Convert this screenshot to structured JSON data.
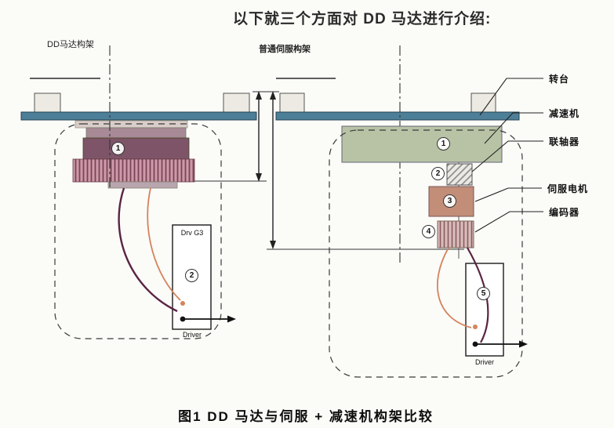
{
  "title": "以下就三个方面对 DD 马达进行介绍:",
  "caption": "图1  DD 马达与伺服 + 减速机构架比较",
  "left": {
    "label": "DD马达构架",
    "markers": [
      "1",
      "2"
    ],
    "driver_model": "Drv G3",
    "driver_label": "Driver"
  },
  "right": {
    "label": "普通伺服构架",
    "markers": [
      "1",
      "2",
      "3",
      "4",
      "5"
    ],
    "driver_label": "Driver"
  },
  "part_labels": [
    "转台",
    "减速机",
    "联轴器",
    "伺服电机",
    "编码器"
  ],
  "colors": {
    "platform": "#4d7f99",
    "motor_top_plate": "#d9cdc9",
    "motor_mid": "#a88a96",
    "motor_dark": "#7d5468",
    "band_base": "#cc9aa8",
    "band_stripe": "#7a4456",
    "encoder_base": "#d8bcba",
    "encoder_stripe": "#8a5a60",
    "reducer_green": "#b8c3a6",
    "servo_salmon": "#c28e78",
    "wire_dark": "#5a2442",
    "wire_orange": "#d4845c"
  }
}
